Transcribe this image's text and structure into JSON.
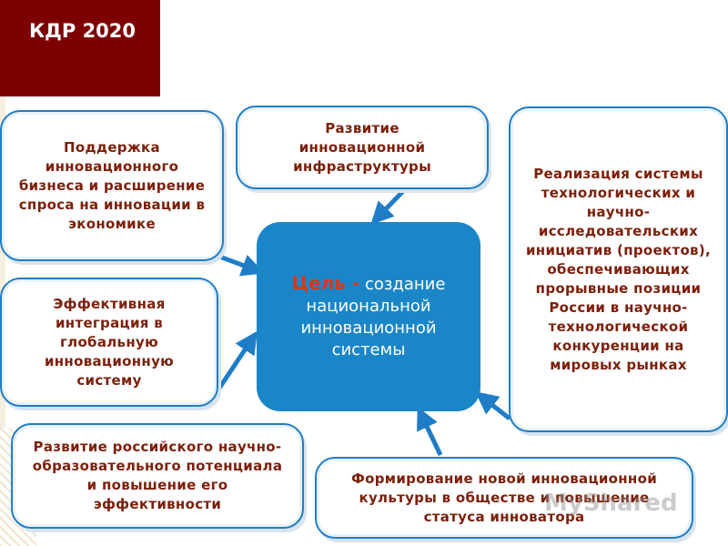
{
  "header": {
    "title": "КДР 2020",
    "bg_color": "#7d0000"
  },
  "center": {
    "goal_label": "Цель -",
    "goal_text": " создание национальной инновационной системы",
    "bg_color": "#1a86c8"
  },
  "boxes": {
    "business_support": "Поддержка инновационного бизнеса и расширение спроса на инновации в экономике",
    "infrastructure": "Развитие инновационной инфраструктуры",
    "tech_initiatives": "Реализация системы технологических и научно-исследовательских инициатив (проектов), обеспечивающих прорывные позиции России в научно-технологической конкуренции на мировых рынках",
    "global_integration": "Эффективная интеграция в глобальную инновационную систему",
    "education_potential": "Развитие российского научно-образовательного потенциала и повышение его эффективности",
    "innovation_culture": "Формирование новой инновационной культуры в обществе и повышение статуса инноватора"
  },
  "watermark": "MyShared",
  "colors": {
    "box_border": "#1f7dc7",
    "box_text": "#7b1f0a",
    "arrow": "#1f7dc7",
    "goal_key": "#d6371c"
  }
}
